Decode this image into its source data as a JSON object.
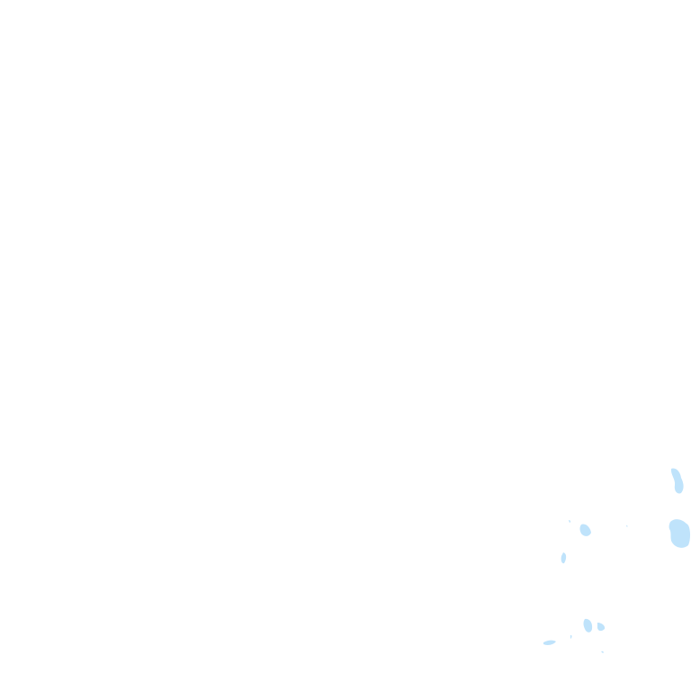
{
  "map": {
    "background_color": "#ffffff",
    "water_color": "#bfe3fb",
    "features": [
      {
        "type": "water-body",
        "name": "lake-1"
      },
      {
        "type": "water-body",
        "name": "lake-2"
      },
      {
        "type": "water-body",
        "name": "lake-3"
      },
      {
        "type": "water-body",
        "name": "lake-4"
      },
      {
        "type": "water-body",
        "name": "lake-5"
      },
      {
        "type": "water-body",
        "name": "lake-6"
      },
      {
        "type": "water-body",
        "name": "lake-7"
      },
      {
        "type": "water-body",
        "name": "lake-8"
      }
    ]
  }
}
